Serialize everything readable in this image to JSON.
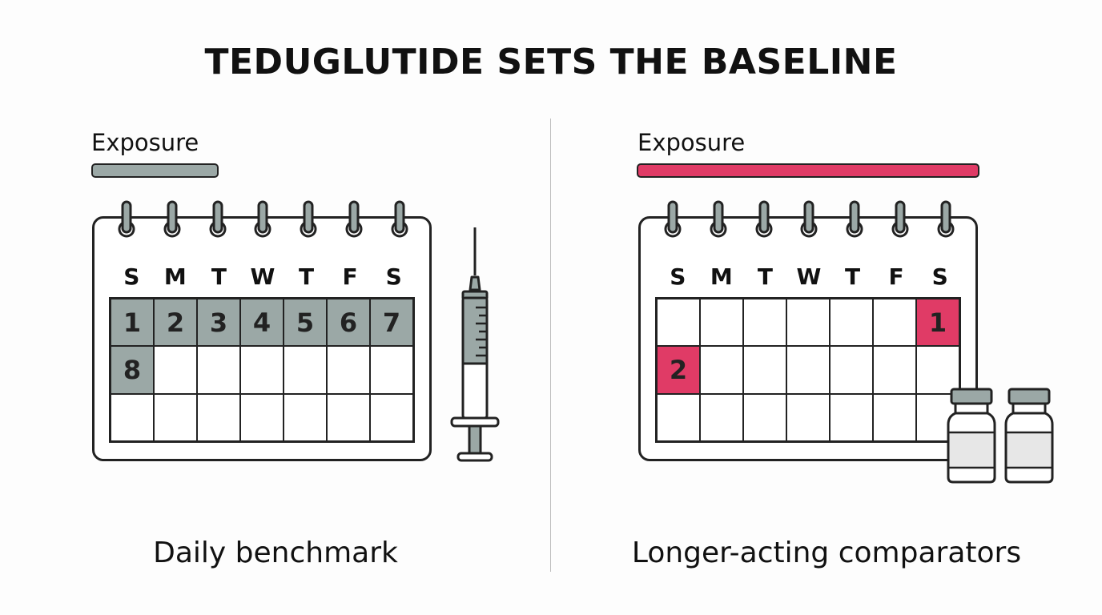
{
  "title": "TEDUGLUTIDE SETS THE BASELINE",
  "weekdays": [
    "S",
    "M",
    "T",
    "W",
    "T",
    "F",
    "S"
  ],
  "colors": {
    "daily": "#9ba8a6",
    "longer": "#e03b66",
    "ink": "#222222"
  },
  "panels": [
    {
      "id": "left",
      "exposure_label": "Exposure",
      "exposure_fraction": 0.37,
      "caption": "Daily benchmark",
      "cells": [
        "1",
        "2",
        "3",
        "4",
        "5",
        "6",
        "7",
        "8",
        "",
        "",
        "",
        "",
        "",
        "",
        "",
        "",
        "",
        "",
        "",
        "",
        ""
      ],
      "highlight": [
        1,
        1,
        1,
        1,
        1,
        1,
        1,
        1,
        0,
        0,
        0,
        0,
        0,
        0,
        0,
        0,
        0,
        0,
        0,
        0,
        0
      ],
      "icon": "syringe-icon"
    },
    {
      "id": "right",
      "exposure_label": "Exposure",
      "exposure_fraction": 1.0,
      "caption": "Longer-acting comparators",
      "cells": [
        "",
        "",
        "",
        "",
        "",
        "",
        "1",
        "2",
        "",
        "",
        "",
        "",
        "",
        "",
        "",
        "",
        "",
        "",
        "",
        "",
        ""
      ],
      "highlight": [
        0,
        0,
        0,
        0,
        0,
        0,
        1,
        1,
        0,
        0,
        0,
        0,
        0,
        0,
        0,
        0,
        0,
        0,
        0,
        0,
        0
      ],
      "icon": "vials-icon"
    }
  ]
}
